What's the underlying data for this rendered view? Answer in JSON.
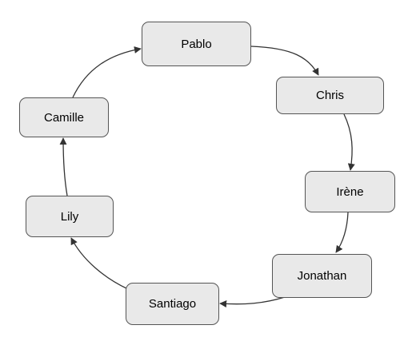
{
  "diagram": {
    "nodes": [
      {
        "id": "pablo",
        "label": "Pablo"
      },
      {
        "id": "chris",
        "label": "Chris"
      },
      {
        "id": "irene",
        "label": "Irène"
      },
      {
        "id": "jonathan",
        "label": "Jonathan"
      },
      {
        "id": "santiago",
        "label": "Santiago"
      },
      {
        "id": "lily",
        "label": "Lily"
      },
      {
        "id": "camille",
        "label": "Camille"
      }
    ],
    "edges": [
      {
        "from": "pablo",
        "to": "chris"
      },
      {
        "from": "chris",
        "to": "irene"
      },
      {
        "from": "irene",
        "to": "jonathan"
      },
      {
        "from": "jonathan",
        "to": "santiago"
      },
      {
        "from": "santiago",
        "to": "lily"
      },
      {
        "from": "lily",
        "to": "camille"
      },
      {
        "from": "camille",
        "to": "pablo"
      }
    ],
    "colors": {
      "node_fill": "#e9e9e9",
      "node_border": "#555555",
      "edge": "#333333"
    }
  }
}
